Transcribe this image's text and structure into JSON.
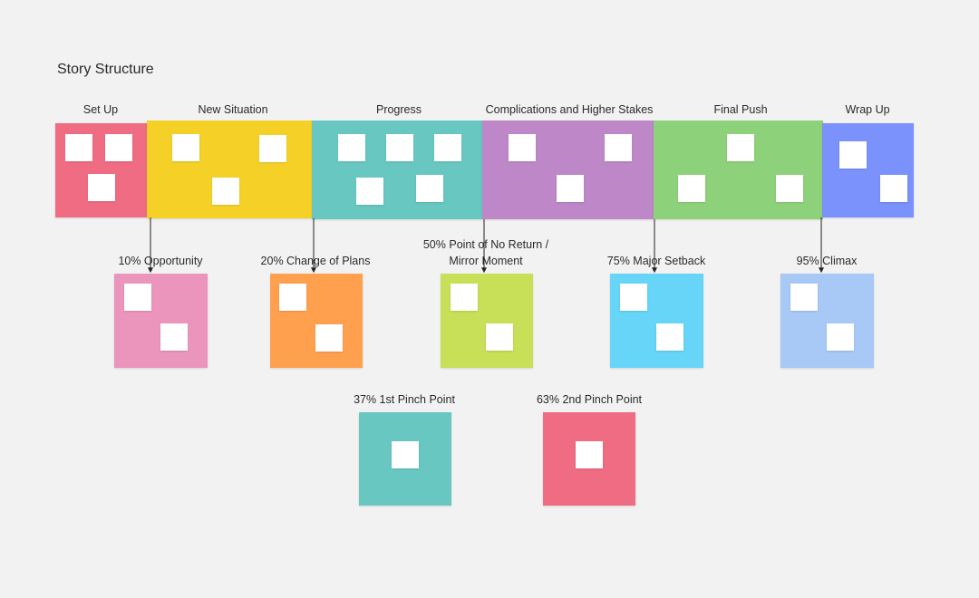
{
  "board": {
    "title": "Story Structure"
  },
  "stages": [
    {
      "label": "Set Up",
      "color": "#f06c83"
    },
    {
      "label": "New Situation",
      "color": "#f5d128"
    },
    {
      "label": "Progress",
      "color": "#68c8c1"
    },
    {
      "label": "Complications and Higher Stakes",
      "color": "#be88c8"
    },
    {
      "label": "Final Push",
      "color": "#8dd27a"
    },
    {
      "label": "Wrap Up",
      "color": "#7b91fb"
    }
  ],
  "milestones": [
    {
      "label": "10% Opportunity",
      "color": "#ec95bc"
    },
    {
      "label": "20% Change of Plans",
      "color": "#ffa04f"
    },
    {
      "label": "50% Point of No Return /\nMirror Moment",
      "color": "#c7e058"
    },
    {
      "label": "75% Major Setback",
      "color": "#67d5f7"
    },
    {
      "label": "95% Climax",
      "color": "#a8c8f5"
    }
  ],
  "pinch_points": [
    {
      "label": "37% 1st Pinch Point",
      "color": "#68c8c1"
    },
    {
      "label": "63% 2nd Pinch Point",
      "color": "#f06c83"
    }
  ]
}
